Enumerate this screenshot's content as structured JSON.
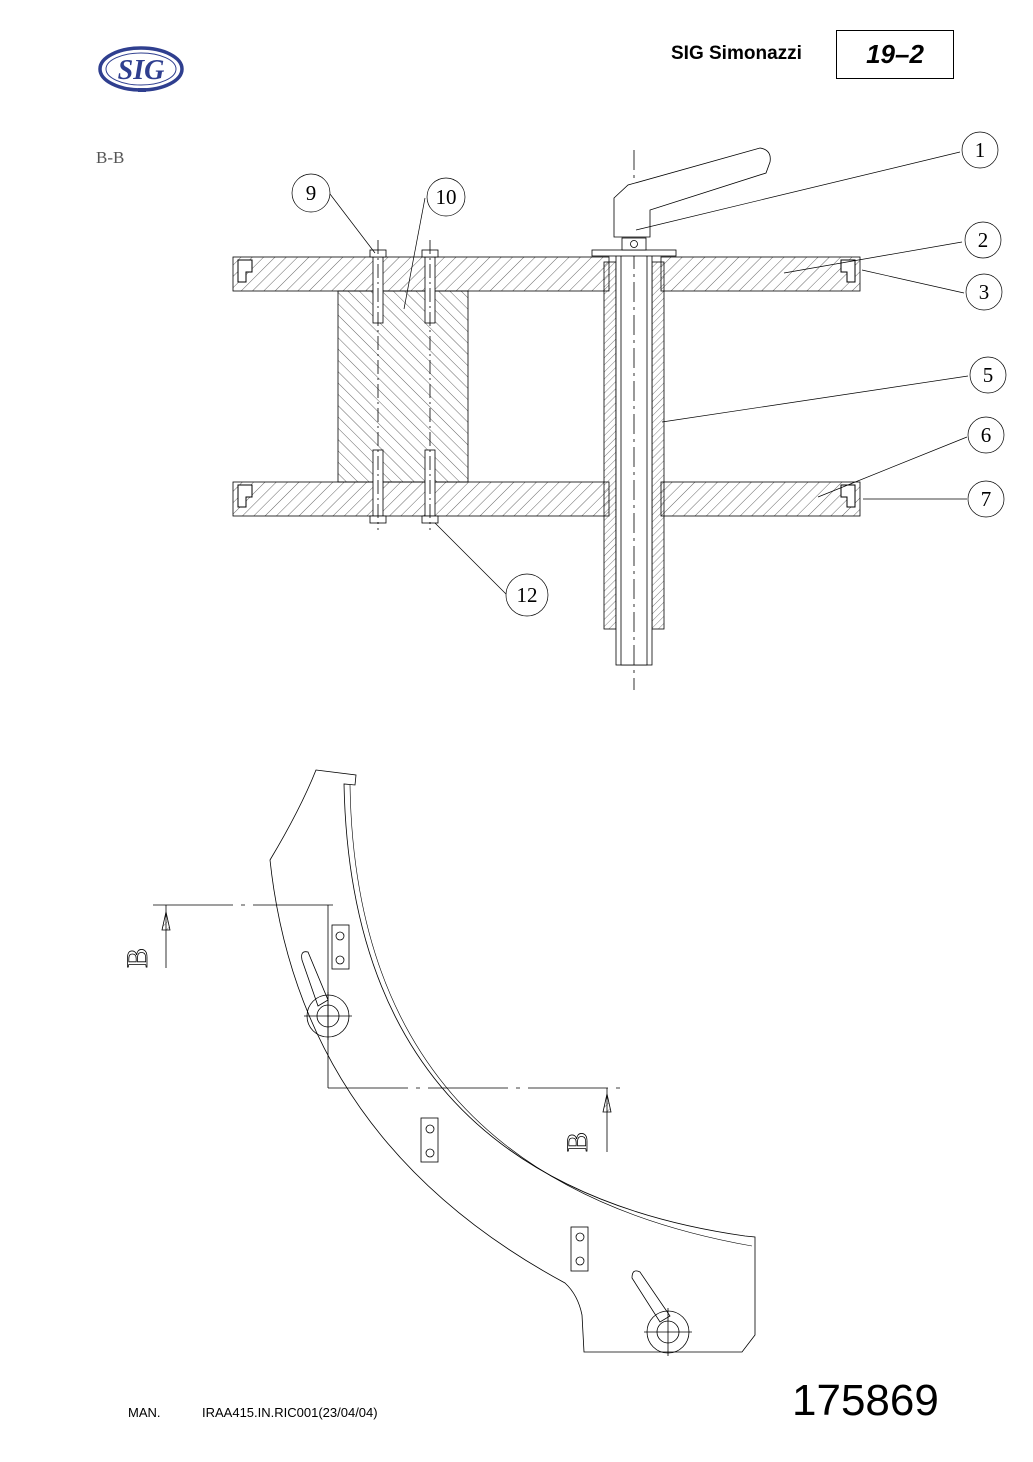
{
  "header": {
    "logo_text": "SIG",
    "company": "SIG Simonazzi",
    "page_code": "19–2"
  },
  "drawing": {
    "section_label": "B-B",
    "section_marker": "B",
    "callouts": [
      "1",
      "2",
      "3",
      "5",
      "6",
      "7",
      "9",
      "10",
      "12"
    ]
  },
  "footer": {
    "manual_label": "MAN.",
    "doc_ref": "IRAA415.IN.RIC001(23/04/04)",
    "drawing_number": "175869"
  },
  "colors": {
    "logo_blue": "#2f3f8f",
    "line": "#000000"
  }
}
